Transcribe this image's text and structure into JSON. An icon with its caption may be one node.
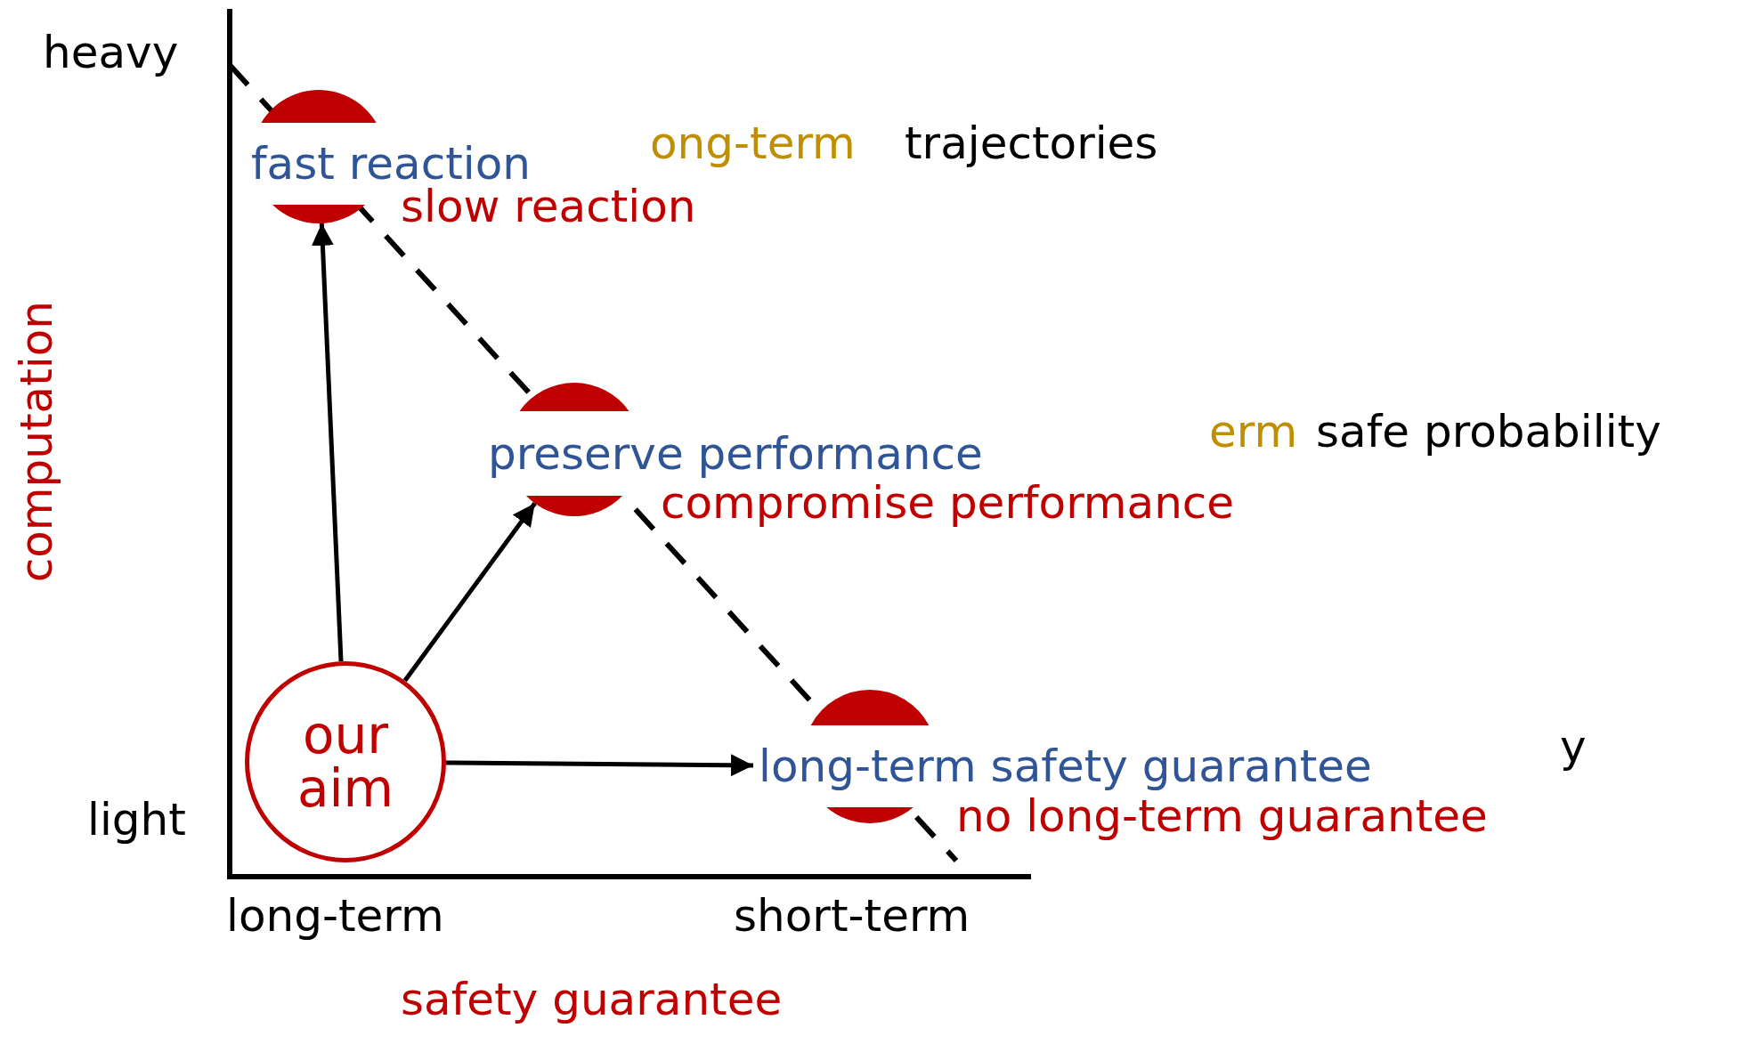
{
  "diagram": {
    "nodes": [
      {
        "text": [
          "our aim"
        ]
      },
      {
        "text": [
          "fast reaction"
        ],
        "beside": [
          "slow reaction"
        ]
      },
      {
        "text": [
          "preserve performance"
        ],
        "beside": [
          "compromise performance"
        ]
      },
      {
        "text": [
          "long-term safety guarantee"
        ],
        "beside": [
          "no long-term guarantee"
        ]
      },
      {
        "text": [],
        "shape": "circle"
      },
      {
        "text": [],
        "shape": "circle"
      },
      {
        "text": [],
        "shape": "circle"
      }
    ],
    "edges": [
      {
        "from": 0,
        "to": 4,
        "arrow": "to"
      },
      {
        "from": 0,
        "to": 5,
        "arrow": "to"
      },
      {
        "from": 0,
        "to": 3,
        "arrow": "to"
      }
    ],
    "labels": [
      "heavy",
      "ong-term",
      "trajectories",
      "erm",
      "safe probability",
      "y",
      "computation",
      "light",
      "long-term",
      "short-term",
      "safety guarantee"
    ]
  }
}
